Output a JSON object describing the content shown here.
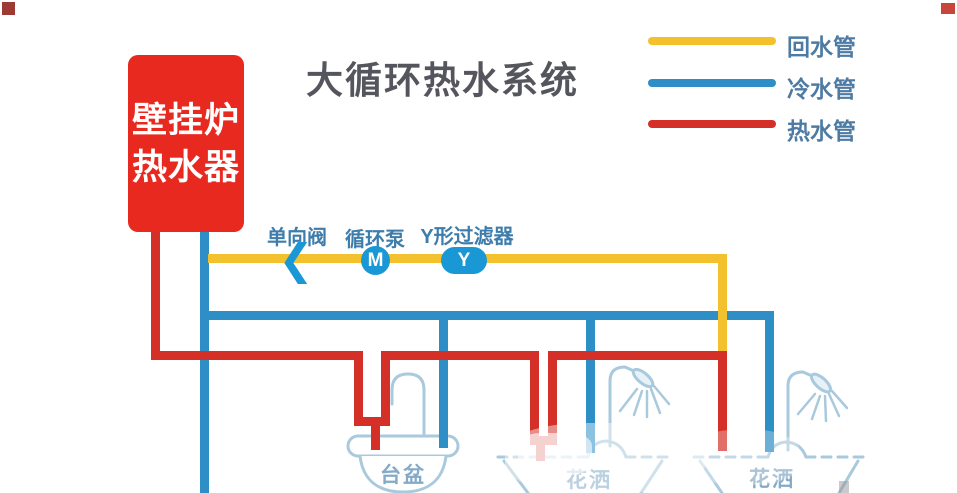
{
  "title": "大循环热水系统",
  "boiler": {
    "line1": "壁挂炉",
    "line2": "热水器"
  },
  "legend": [
    {
      "label": "回水管",
      "color": "#f2c12d"
    },
    {
      "label": "冷水管",
      "color": "#2e8fc6"
    },
    {
      "label": "热水管",
      "color": "#d43028"
    }
  ],
  "components": {
    "check_valve": {
      "label": "单向阀",
      "glyph": "❮"
    },
    "pump": {
      "label": "循环泵",
      "glyph": "M"
    },
    "filter": {
      "label": "Y形过滤器",
      "glyph": "Y"
    }
  },
  "fixtures": {
    "basin": {
      "label": "台盆"
    },
    "shower_mid": {
      "label": "花洒"
    },
    "shower_right": {
      "label": "花洒"
    }
  },
  "colors": {
    "return_pipe": "#f2c12d",
    "cold_pipe": "#2e8fc6",
    "hot_pipe": "#d43028",
    "boiler_fill": "#e8291f",
    "component_fill": "#1a98d6",
    "label_blue": "#3e7dab",
    "legend_label_blue": "#4d7ba3",
    "fixture_outline": "#a9c9dd",
    "title_color": "#55555d"
  }
}
